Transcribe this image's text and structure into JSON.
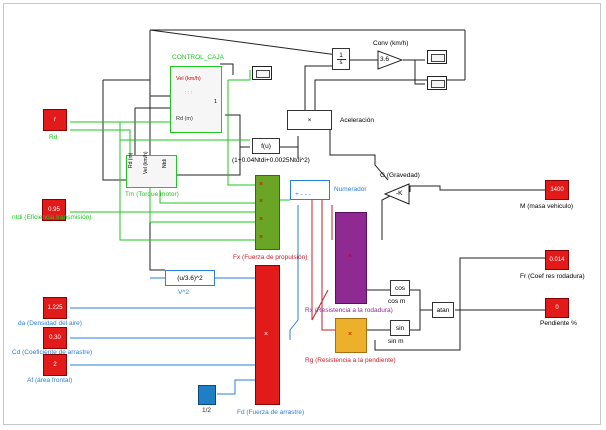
{
  "blocks": {
    "control_caja": "CONTROL_CAJA",
    "vel_port": "Vel (km/h)",
    "rd_port": "Rd (m)",
    "caja_out": "1",
    "rd_const": "Rd",
    "rd_value": "r",
    "ntdi_value": "0.95",
    "ntdi_label": "ntdi (Eficiencia transmisión)",
    "da_value": "1.225",
    "da_label": "da (Densidad del aire)",
    "cd_value": "0.30",
    "cd_label": "Cd (Coeficiente de arrastre)",
    "af_value": "2",
    "af_label": "Af (área frontal)",
    "tm_label": "Tm (Torque motor)",
    "tm_ports": [
      "Rd (m)",
      "Vel (km/h)",
      "Ntdi"
    ],
    "fu_text": "f(u)",
    "fu_label": "(1+0.04Ntdi+0.0025Ntdi^2)",
    "fx_label": "Fx (Fuerza de propulsión)",
    "aceleracion": "Aceleración",
    "numerador": "Numerador",
    "integrator_num": "1",
    "integrator_den": "s",
    "conv_label": "Conv (km/h)",
    "conv_value": "3.6",
    "g_label": "G (Gravedad)",
    "g_value": "-K",
    "m_value": "1400",
    "m_label": "M (masa vehiculo)",
    "fr_value": "0.014",
    "fr_label": "Fr (Coef res rodadura)",
    "pend_value": "0",
    "pend_label": "Pendiente %",
    "rx_label": "Rx (Resistencia a la rodadura)",
    "rg_label": "Rg (Resistencia a la pendiente)",
    "cos_block": "cos",
    "cos_label": "cos m",
    "sin_block": "sin",
    "sin_label": "sin m",
    "atan_block": "atan",
    "v2_block": "(u/3.6)^2",
    "v2_label": "V^2",
    "half_label": "1/2",
    "fd_label": "Fd (Fuerza de arrastre)",
    "mult": "×"
  },
  "colors": {
    "green_line": "#1ec81e",
    "blue_line": "#2a7fd6",
    "red_line": "#c81e28",
    "black_line": "#222222",
    "fx_fill": "#6aa526",
    "rx_fill": "#8f2a92",
    "rg_fill": "#ecb02a",
    "fd_fill": "#e21a1a",
    "const_fill": "#e21a1a",
    "half_fill": "#1e7fc4"
  }
}
